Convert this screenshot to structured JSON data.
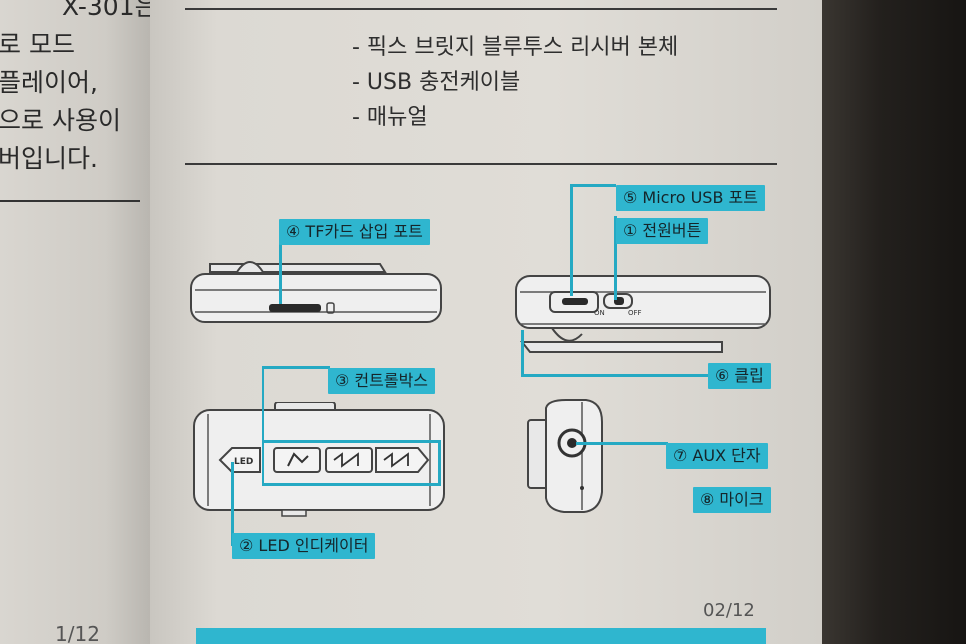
{
  "left_page": {
    "lines": [
      "X-301은",
      "로 모드",
      "플레이어,",
      "으로 사용이",
      "버입니다."
    ],
    "folio": "1/12"
  },
  "package_items": [
    "- 픽스 브릿지 블루투스 리시버 본체",
    "- USB 충전케이블",
    "- 매뉴얼"
  ],
  "labels": {
    "tf_port": "④ TF카드 삽입 포트",
    "micro_usb": "⑤ Micro USB 포트",
    "power": "① 전원버튼",
    "control": "③ 컨트롤박스",
    "clip": "⑥ 클립",
    "aux": "⑦ AUX 단자",
    "mic": "⑧ 마이크",
    "led": "② LED 인디케이터"
  },
  "device_text": {
    "led": "LED",
    "on": "ON",
    "off": "OFF"
  },
  "page_number": "02/12",
  "colors": {
    "accent": "#2fb6cf",
    "paper": "#dcd9d3",
    "ink": "#2e2e2e"
  }
}
